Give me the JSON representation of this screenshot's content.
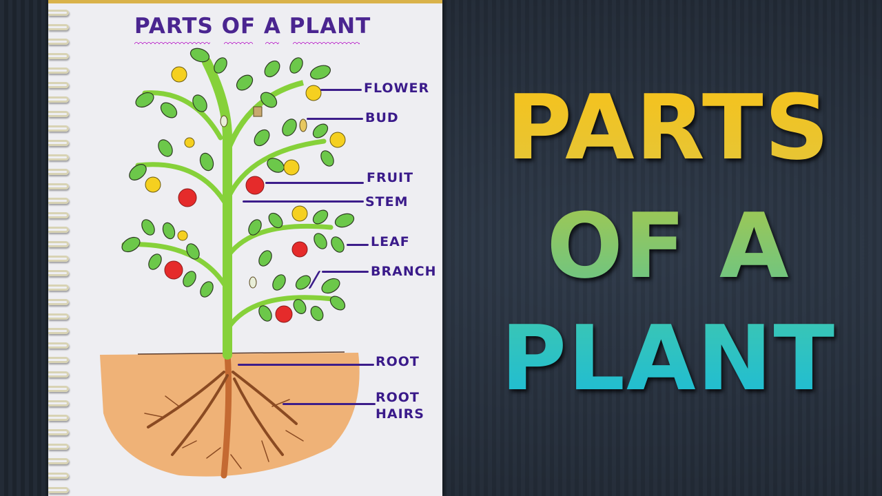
{
  "drawing": {
    "title": "PARTS OF A PLANT",
    "labels": [
      {
        "id": "flower",
        "text": "FLOWER"
      },
      {
        "id": "bud",
        "text": "BUD"
      },
      {
        "id": "fruit",
        "text": "FRUIT"
      },
      {
        "id": "stem",
        "text": "STEM"
      },
      {
        "id": "leaf",
        "text": "LEAF"
      },
      {
        "id": "branch",
        "text": "BRANCH"
      },
      {
        "id": "root",
        "text": "ROOT"
      },
      {
        "id": "root_hairs_line1",
        "text": "ROOT"
      },
      {
        "id": "root_hairs_line2",
        "text": "HAIRS"
      }
    ]
  },
  "headline": {
    "line1": "PARTS",
    "line2": "OF A",
    "line3": "PLANT"
  },
  "colors": {
    "background": "#2a3340",
    "paper": "#eeeef2",
    "ink": "#3a1a8a",
    "underline": "#c03ccf",
    "headline_top": "#f7c21a",
    "headline_mid": "#8cc860",
    "headline_bottom": "#1bbbd8",
    "stem": "#86d13a",
    "soil": "#e8a25c",
    "fruit": "#e52b2b",
    "flower": "#f5d020"
  }
}
